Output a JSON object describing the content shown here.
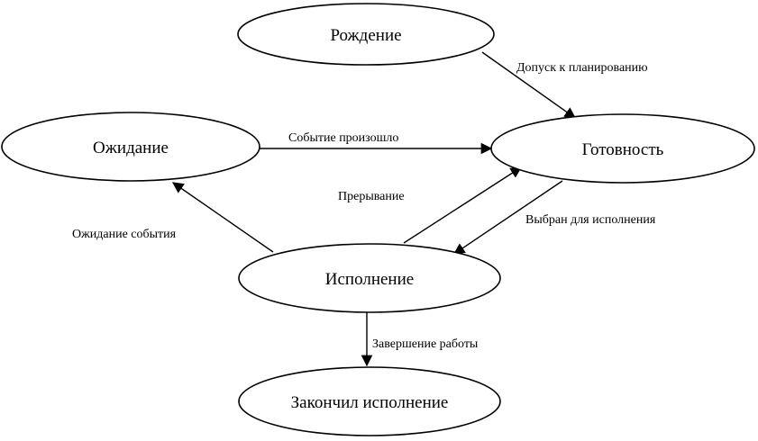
{
  "diagram": {
    "nodes": {
      "birth": "Рождение",
      "waiting": "Ожидание",
      "ready": "Готовность",
      "running": "Исполнение",
      "finished": "Закончил исполнение"
    },
    "edges": {
      "admit": "Допуск к планированию",
      "event_occurred": "Событие произошло",
      "interrupt": "Прерывание",
      "dispatch": "Выбран для исполнения",
      "wait_event": "Ожидание события",
      "terminate": "Завершение работы"
    }
  }
}
